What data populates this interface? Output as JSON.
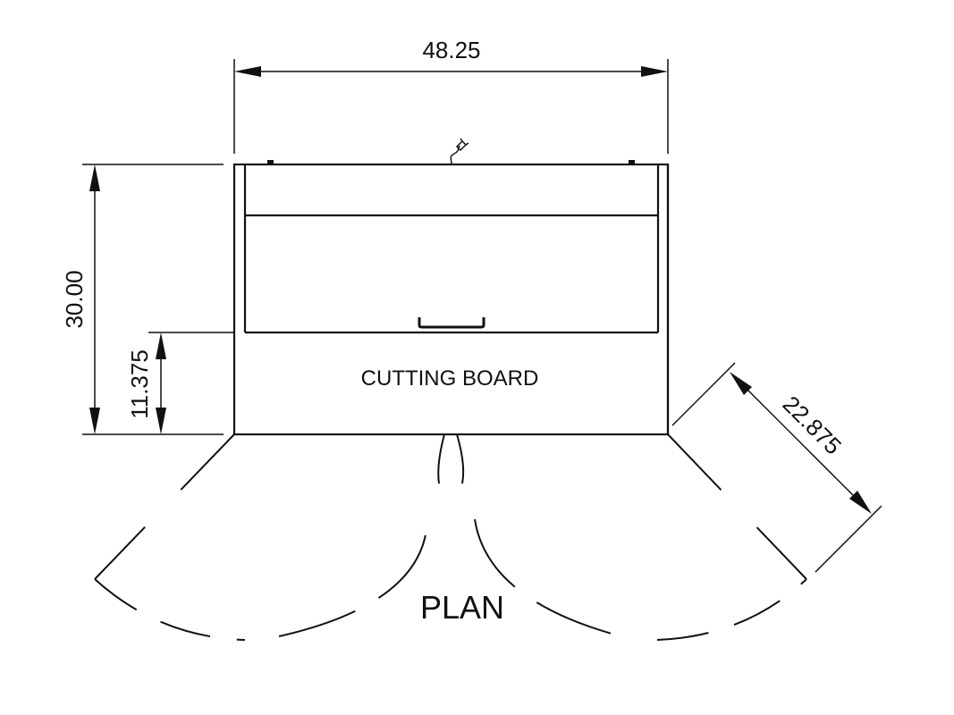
{
  "dimensions": {
    "width": "48.25",
    "height": "30.00",
    "lower_height": "11.375",
    "depth": "22.875"
  },
  "labels": {
    "cutting_board": "CUTTING BOARD",
    "view": "PLAN"
  }
}
